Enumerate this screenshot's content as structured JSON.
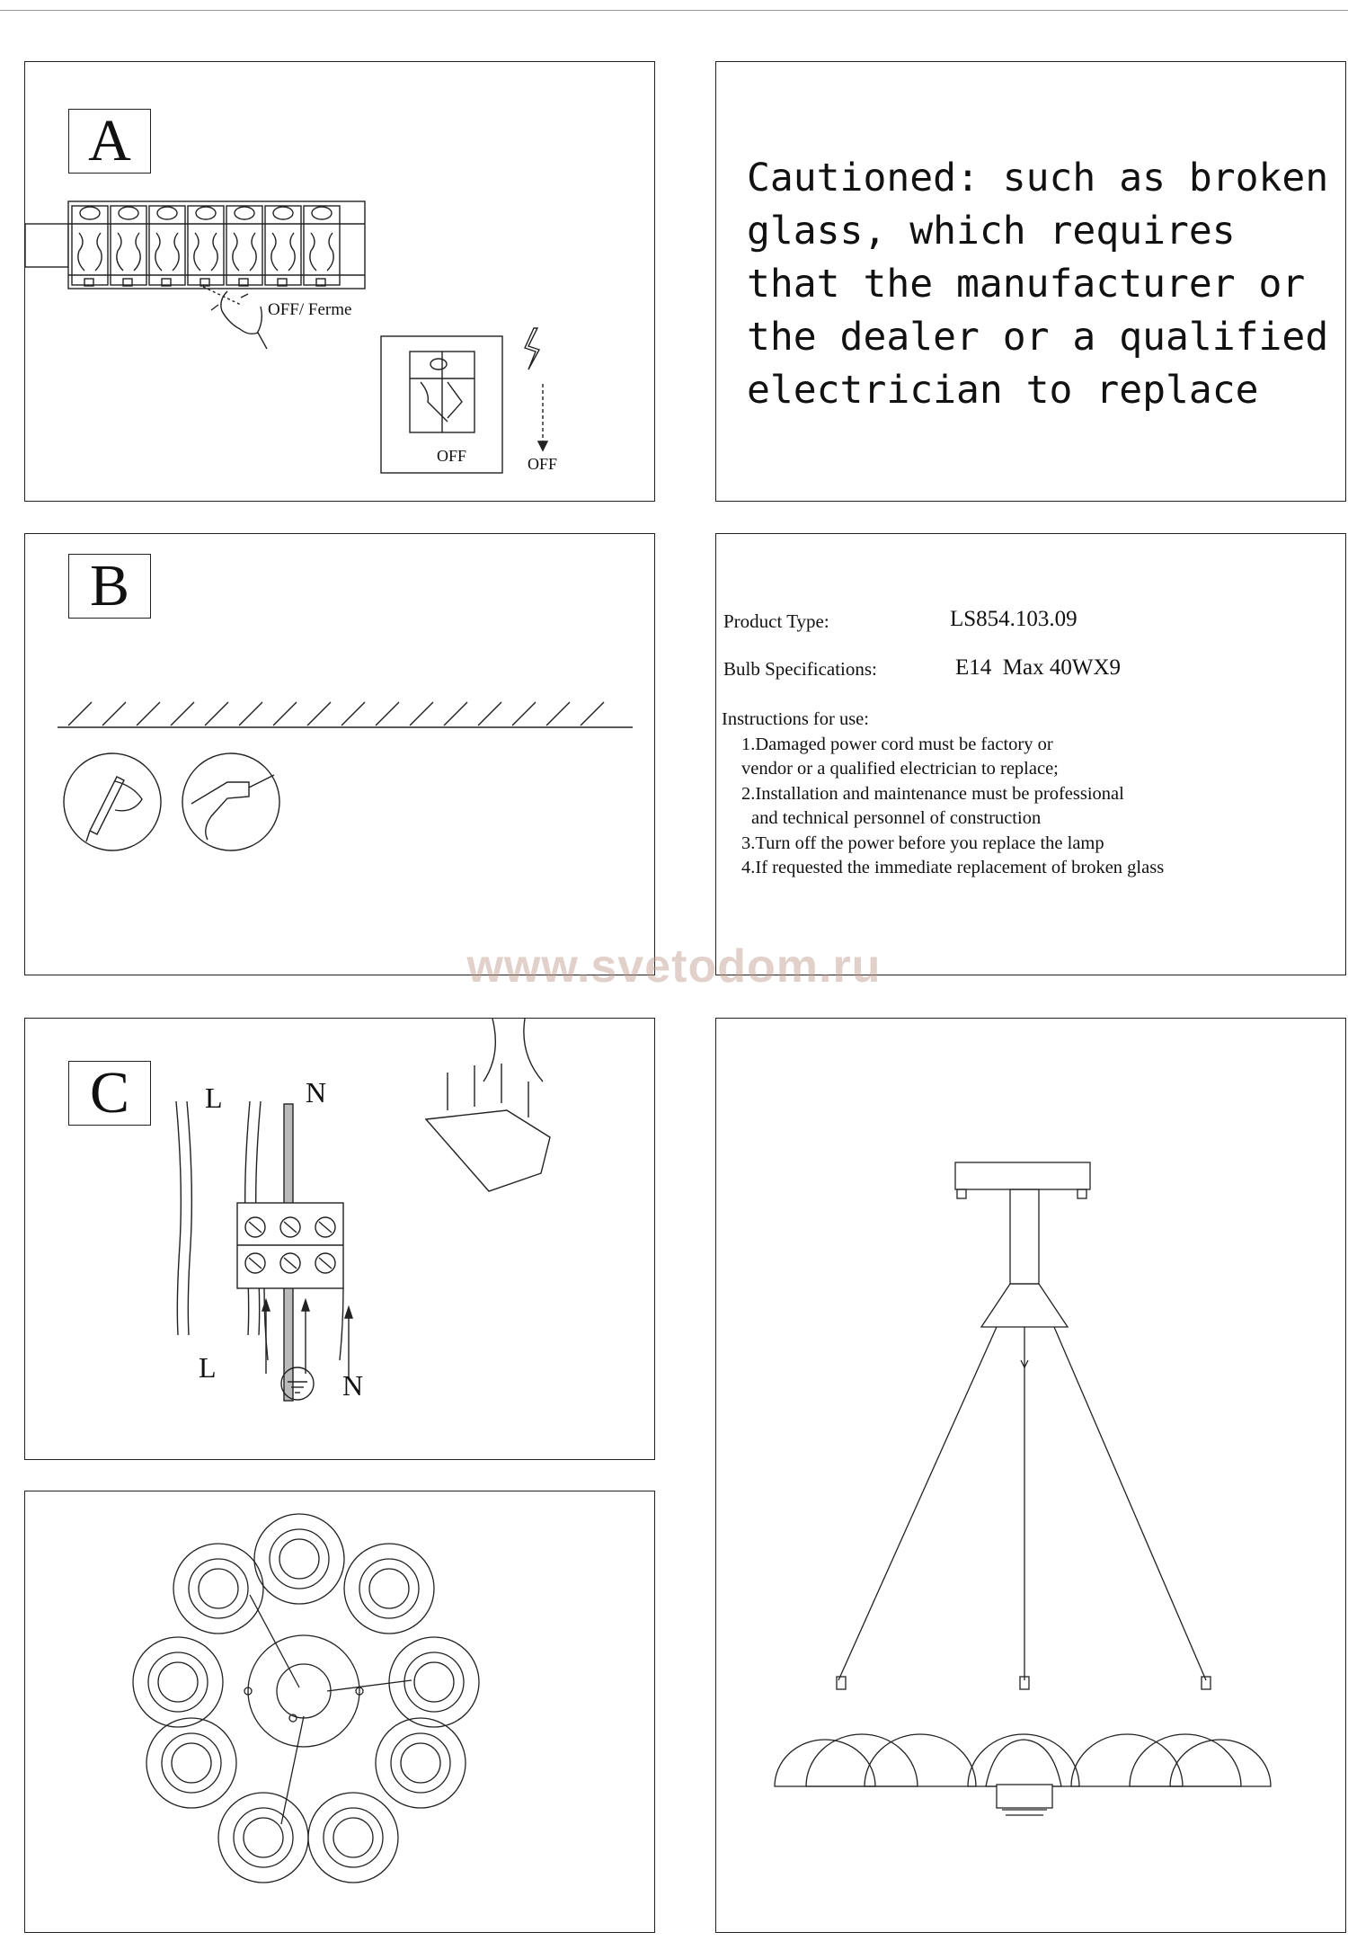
{
  "panel_a": {
    "letter": "A",
    "off_ferme_label": "OFF/ Ferme",
    "switch_off_label": "OFF",
    "arrow_off_label": "OFF"
  },
  "caution": {
    "lines": [
      "Cautioned: such as broken",
      "glass, which requires",
      "that the manufacturer or",
      "the dealer or a qualified",
      "electrician to replace"
    ]
  },
  "panel_b": {
    "letter": "B"
  },
  "specs": {
    "product_type_label": "Product Type:",
    "product_type_value": "LS854.103.09",
    "bulb_label": "Bulb Specifications:",
    "bulb_value": "E14  Max 40WX9",
    "instructions_title": "Instructions for use:",
    "instructions": [
      "1.Damaged power cord must be factory or",
      "vendor or a qualified electrician to replace;",
      "2.Installation and maintenance must be professional",
      "and technical personnel of construction",
      "3.Turn off the power before you replace the lamp",
      "4.If requested the immediate replacement of broken glass"
    ]
  },
  "watermark": "www.svetodom.ru",
  "panel_c": {
    "letter": "C",
    "label_l_top": "L",
    "label_n_top": "N",
    "label_l_bottom": "L",
    "label_n_bottom": "N"
  }
}
